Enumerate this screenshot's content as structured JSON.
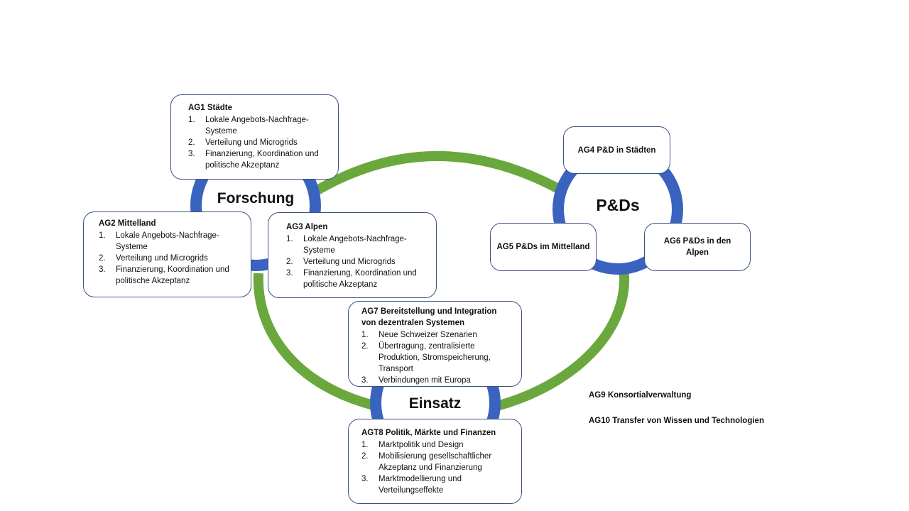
{
  "colors": {
    "ring_blue": "#3a62bf",
    "link_green": "#6aa83d",
    "box_border": "#3b5283"
  },
  "hubs": {
    "forschung": "Forschung",
    "pds": "P&Ds",
    "einsatz": "Einsatz"
  },
  "ag1": {
    "title": "AG1 Städte",
    "items": [
      "Lokale Angebots-Nachfrage-Systeme",
      "Verteilung und Microgrids",
      "Finanzierung, Koordination und politische Akzeptanz"
    ]
  },
  "ag2": {
    "title": "AG2 Mittelland",
    "items": [
      "Lokale Angebots-Nachfrage-Systeme",
      "Verteilung und Microgrids",
      "Finanzierung, Koordination und politische Akzeptanz"
    ]
  },
  "ag3": {
    "title": "AG3 Alpen",
    "items": [
      "Lokale Angebots-Nachfrage-Systeme",
      "Verteilung und Microgrids",
      "Finanzierung, Koordination und politische Akzeptanz"
    ]
  },
  "ag4": {
    "title": "AG4 P&D in Städten"
  },
  "ag5": {
    "title": "AG5 P&Ds im Mittelland"
  },
  "ag6": {
    "title": "AG6 P&Ds in den Alpen"
  },
  "ag7": {
    "title": "AG7 Bereitstellung und Integration von dezentralen Systemen",
    "items": [
      "Neue Schweizer Szenarien",
      "Übertragung, zentralisierte Produktion, Stromspeicherung, Transport",
      "Verbindungen mit Europa"
    ]
  },
  "ag8": {
    "title": "AGT8 Politik, Märkte und Finanzen",
    "items": [
      "Marktpolitik und Design",
      "Mobilisierung gesellschaftlicher Akzeptanz und Finanzierung",
      "Marktmodellierung und Verteilungseffekte"
    ]
  },
  "notes": {
    "ag9": "AG9 Konsortialverwaltung",
    "ag10": "AG10 Transfer von Wissen und Technologien"
  }
}
